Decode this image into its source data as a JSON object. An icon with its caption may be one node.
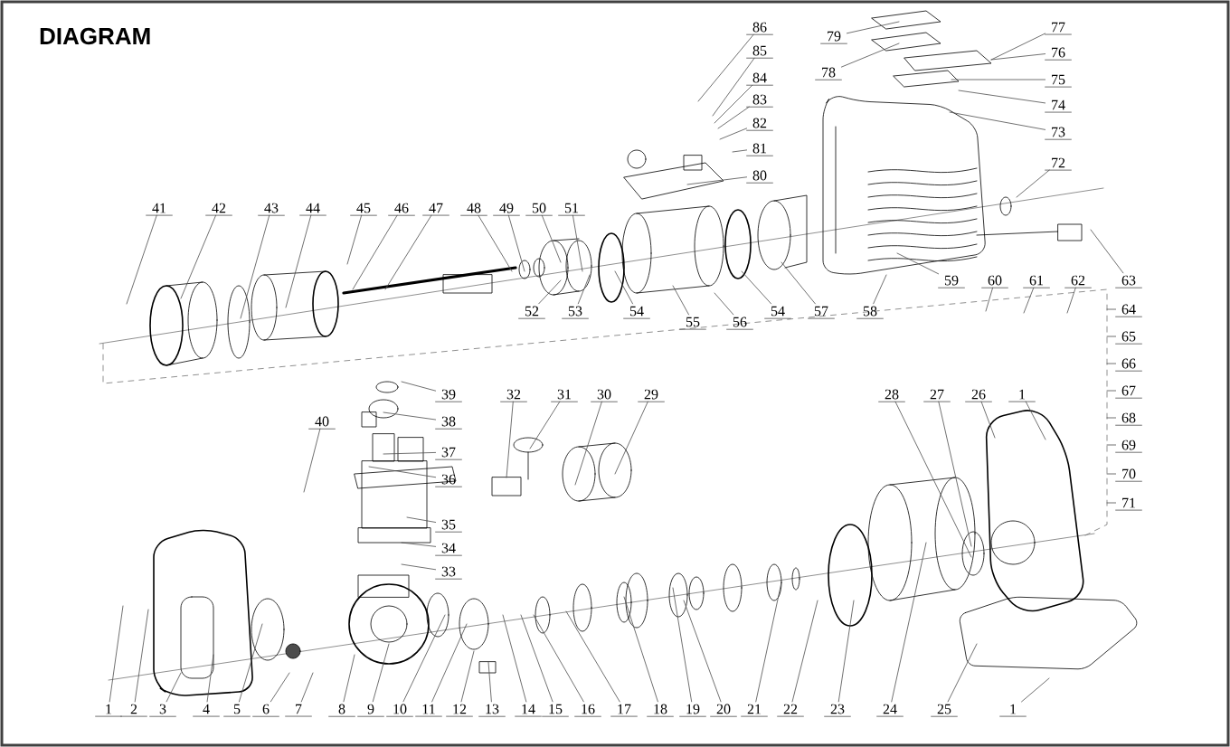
{
  "diagram": {
    "title": "DIAGRAM",
    "nodes": [
      {
        "text": [
          "86"
        ]
      },
      {
        "text": [
          "85"
        ]
      },
      {
        "text": [
          "84"
        ]
      },
      {
        "text": [
          "83"
        ]
      },
      {
        "text": [
          "82"
        ]
      },
      {
        "text": [
          "81"
        ]
      },
      {
        "text": [
          "80"
        ]
      },
      {
        "text": [
          "79"
        ]
      },
      {
        "text": [
          "78"
        ]
      },
      {
        "text": [
          "77"
        ]
      },
      {
        "text": [
          "76"
        ]
      },
      {
        "text": [
          "75"
        ]
      },
      {
        "text": [
          "74"
        ]
      },
      {
        "text": [
          "73"
        ]
      },
      {
        "text": [
          "72"
        ]
      },
      {
        "text": [
          "41"
        ]
      },
      {
        "text": [
          "42"
        ]
      },
      {
        "text": [
          "43"
        ]
      },
      {
        "text": [
          "44"
        ]
      },
      {
        "text": [
          "45"
        ]
      },
      {
        "text": [
          "46"
        ]
      },
      {
        "text": [
          "47"
        ]
      },
      {
        "text": [
          "48"
        ]
      },
      {
        "text": [
          "49"
        ]
      },
      {
        "text": [
          "50"
        ]
      },
      {
        "text": [
          "51"
        ]
      },
      {
        "text": [
          "59"
        ]
      },
      {
        "text": [
          "60"
        ]
      },
      {
        "text": [
          "61"
        ]
      },
      {
        "text": [
          "62"
        ]
      },
      {
        "text": [
          "63"
        ]
      },
      {
        "text": [
          "52"
        ]
      },
      {
        "text": [
          "53"
        ]
      },
      {
        "text": [
          "54"
        ]
      },
      {
        "text": [
          "55"
        ]
      },
      {
        "text": [
          "56"
        ]
      },
      {
        "text": [
          "54"
        ]
      },
      {
        "text": [
          "57"
        ]
      },
      {
        "text": [
          "58"
        ]
      },
      {
        "text": [
          "64"
        ]
      },
      {
        "text": [
          "65"
        ]
      },
      {
        "text": [
          "66"
        ]
      },
      {
        "text": [
          "67"
        ]
      },
      {
        "text": [
          "68"
        ]
      },
      {
        "text": [
          "69"
        ]
      },
      {
        "text": [
          "70"
        ]
      },
      {
        "text": [
          "71"
        ]
      },
      {
        "text": [
          "39"
        ]
      },
      {
        "text": [
          "32"
        ]
      },
      {
        "text": [
          "31"
        ]
      },
      {
        "text": [
          "30"
        ]
      },
      {
        "text": [
          "29"
        ]
      },
      {
        "text": [
          "28"
        ]
      },
      {
        "text": [
          "27"
        ]
      },
      {
        "text": [
          "26"
        ]
      },
      {
        "text": [
          "1"
        ]
      },
      {
        "text": [
          "40"
        ]
      },
      {
        "text": [
          "38"
        ]
      },
      {
        "text": [
          "37"
        ]
      },
      {
        "text": [
          "36"
        ]
      },
      {
        "text": [
          "35"
        ]
      },
      {
        "text": [
          "34"
        ]
      },
      {
        "text": [
          "33"
        ]
      },
      {
        "text": [
          "1"
        ]
      },
      {
        "text": [
          "2"
        ]
      },
      {
        "text": [
          "3"
        ]
      },
      {
        "text": [
          "4"
        ]
      },
      {
        "text": [
          "5"
        ]
      },
      {
        "text": [
          "6"
        ]
      },
      {
        "text": [
          "7"
        ]
      },
      {
        "text": [
          "8"
        ]
      },
      {
        "text": [
          "9"
        ]
      },
      {
        "text": [
          "10"
        ]
      },
      {
        "text": [
          "11"
        ]
      },
      {
        "text": [
          "12"
        ]
      },
      {
        "text": [
          "13"
        ]
      },
      {
        "text": [
          "14"
        ]
      },
      {
        "text": [
          "15"
        ]
      },
      {
        "text": [
          "16"
        ]
      },
      {
        "text": [
          "17"
        ]
      },
      {
        "text": [
          "18"
        ]
      },
      {
        "text": [
          "19"
        ]
      },
      {
        "text": [
          "20"
        ]
      },
      {
        "text": [
          "21"
        ]
      },
      {
        "text": [
          "22"
        ]
      },
      {
        "text": [
          "23"
        ]
      },
      {
        "text": [
          "24"
        ]
      },
      {
        "text": [
          "25"
        ]
      },
      {
        "text": [
          "1"
        ]
      }
    ],
    "edges": [
      {
        "from": 0,
        "to": null,
        "arrow": "none"
      },
      {
        "from": 1,
        "to": null,
        "arrow": "none"
      },
      {
        "from": 2,
        "to": null,
        "arrow": "none"
      },
      {
        "from": 3,
        "to": null,
        "arrow": "none"
      },
      {
        "from": 4,
        "to": null,
        "arrow": "none"
      },
      {
        "from": 5,
        "to": null,
        "arrow": "none"
      },
      {
        "from": 6,
        "to": null,
        "arrow": "none"
      },
      {
        "from": 7,
        "to": null,
        "arrow": "none"
      },
      {
        "from": 8,
        "to": null,
        "arrow": "none"
      },
      {
        "from": 9,
        "to": null,
        "arrow": "none"
      },
      {
        "from": 10,
        "to": null,
        "arrow": "none"
      },
      {
        "from": 11,
        "to": null,
        "arrow": "none"
      },
      {
        "from": 12,
        "to": null,
        "arrow": "none"
      },
      {
        "from": 13,
        "to": null,
        "arrow": "none"
      },
      {
        "from": 14,
        "to": null,
        "arrow": "none"
      },
      {
        "from": 15,
        "to": null,
        "arrow": "none"
      },
      {
        "from": 16,
        "to": null,
        "arrow": "none"
      },
      {
        "from": 17,
        "to": null,
        "arrow": "none"
      },
      {
        "from": 18,
        "to": null,
        "arrow": "none"
      },
      {
        "from": 19,
        "to": null,
        "arrow": "none"
      },
      {
        "from": 20,
        "to": null,
        "arrow": "none"
      },
      {
        "from": 21,
        "to": null,
        "arrow": "none"
      },
      {
        "from": 22,
        "to": null,
        "arrow": "none"
      },
      {
        "from": 23,
        "to": null,
        "arrow": "none"
      },
      {
        "from": 24,
        "to": null,
        "arrow": "none"
      },
      {
        "from": 25,
        "to": null,
        "arrow": "none"
      },
      {
        "from": 26,
        "to": null,
        "arrow": "none"
      },
      {
        "from": 27,
        "to": null,
        "arrow": "none"
      },
      {
        "from": 28,
        "to": null,
        "arrow": "none"
      },
      {
        "from": 29,
        "to": null,
        "arrow": "none"
      },
      {
        "from": 30,
        "to": null,
        "arrow": "none"
      },
      {
        "from": 31,
        "to": null,
        "arrow": "none"
      },
      {
        "from": 32,
        "to": null,
        "arrow": "none"
      },
      {
        "from": 33,
        "to": null,
        "arrow": "none"
      },
      {
        "from": 34,
        "to": null,
        "arrow": "none"
      },
      {
        "from": 35,
        "to": null,
        "arrow": "none"
      },
      {
        "from": 36,
        "to": null,
        "arrow": "none"
      },
      {
        "from": 37,
        "to": null,
        "arrow": "none"
      },
      {
        "from": 38,
        "to": null,
        "arrow": "none"
      },
      {
        "from": 39,
        "to": null,
        "arrow": "none"
      },
      {
        "from": 40,
        "to": null,
        "arrow": "none"
      },
      {
        "from": 41,
        "to": null,
        "arrow": "none"
      },
      {
        "from": 42,
        "to": null,
        "arrow": "none"
      },
      {
        "from": 43,
        "to": null,
        "arrow": "none"
      },
      {
        "from": 44,
        "to": null,
        "arrow": "none"
      },
      {
        "from": 45,
        "to": null,
        "arrow": "none"
      },
      {
        "from": 46,
        "to": null,
        "arrow": "none"
      },
      {
        "from": 47,
        "to": null,
        "arrow": "none"
      },
      {
        "from": 48,
        "to": null,
        "arrow": "none"
      },
      {
        "from": 49,
        "to": null,
        "arrow": "none"
      },
      {
        "from": 50,
        "to": null,
        "arrow": "none"
      },
      {
        "from": 51,
        "to": null,
        "arrow": "none"
      },
      {
        "from": 52,
        "to": null,
        "arrow": "none"
      },
      {
        "from": 53,
        "to": null,
        "arrow": "none"
      },
      {
        "from": 54,
        "to": null,
        "arrow": "none"
      },
      {
        "from": 55,
        "to": null,
        "arrow": "none"
      },
      {
        "from": 56,
        "to": null,
        "arrow": "none"
      },
      {
        "from": 57,
        "to": null,
        "arrow": "none"
      },
      {
        "from": 58,
        "to": null,
        "arrow": "none"
      },
      {
        "from": 59,
        "to": null,
        "arrow": "none"
      },
      {
        "from": 60,
        "to": null,
        "arrow": "none"
      },
      {
        "from": 61,
        "to": null,
        "arrow": "none"
      },
      {
        "from": 62,
        "to": null,
        "arrow": "none"
      },
      {
        "from": 63,
        "to": null,
        "arrow": "none"
      },
      {
        "from": 64,
        "to": null,
        "arrow": "none"
      },
      {
        "from": 65,
        "to": null,
        "arrow": "none"
      },
      {
        "from": 66,
        "to": null,
        "arrow": "none"
      },
      {
        "from": 67,
        "to": null,
        "arrow": "none"
      },
      {
        "from": 68,
        "to": null,
        "arrow": "none"
      },
      {
        "from": 69,
        "to": null,
        "arrow": "none"
      },
      {
        "from": 70,
        "to": null,
        "arrow": "none"
      },
      {
        "from": 71,
        "to": null,
        "arrow": "none"
      },
      {
        "from": 72,
        "to": null,
        "arrow": "none"
      },
      {
        "from": 73,
        "to": null,
        "arrow": "none"
      },
      {
        "from": 74,
        "to": null,
        "arrow": "none"
      },
      {
        "from": 75,
        "to": null,
        "arrow": "none"
      },
      {
        "from": 76,
        "to": null,
        "arrow": "none"
      },
      {
        "from": 77,
        "to": null,
        "arrow": "none"
      },
      {
        "from": 78,
        "to": null,
        "arrow": "none"
      },
      {
        "from": 79,
        "to": null,
        "arrow": "none"
      },
      {
        "from": 80,
        "to": null,
        "arrow": "none"
      },
      {
        "from": 81,
        "to": null,
        "arrow": "none"
      },
      {
        "from": 82,
        "to": null,
        "arrow": "none"
      },
      {
        "from": 83,
        "to": null,
        "arrow": "none"
      },
      {
        "from": 84,
        "to": null,
        "arrow": "none"
      },
      {
        "from": 85,
        "to": null,
        "arrow": "none"
      },
      {
        "from": 86,
        "to": null,
        "arrow": "none"
      },
      {
        "from": 87,
        "to": null,
        "arrow": "none"
      },
      {
        "from": 88,
        "to": null,
        "arrow": "none"
      }
    ]
  }
}
